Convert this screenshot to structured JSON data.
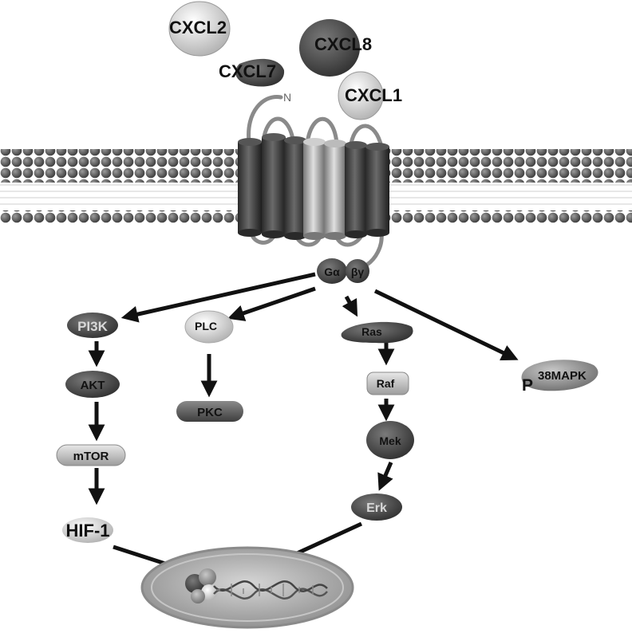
{
  "chemokines": [
    {
      "id": "cxcl2",
      "label": "CXCL2"
    },
    {
      "id": "cxcl8",
      "label": "CXCL8"
    },
    {
      "id": "cxcl7",
      "label": "CXCL7"
    },
    {
      "id": "cxcl1",
      "label": "CXCL1"
    }
  ],
  "receptor": {
    "n_terminus": "N"
  },
  "g_protein": {
    "alpha": "Gα",
    "betagamma": "βγ"
  },
  "pathways": {
    "pi3k": [
      "PI3K",
      "AKT",
      "mTOR",
      "HIF-1"
    ],
    "plc": [
      "PLC",
      "PKC"
    ],
    "ras": [
      "Ras",
      "Raf",
      "Mek",
      "Erk"
    ],
    "p38": {
      "prefix": "P",
      "superscript": "38MAPK"
    }
  },
  "colors": {
    "dark_node": "#4d4d4d",
    "mid_node": "#8c8c8c",
    "light_node": "#d4d4d4",
    "arrow": "#111111",
    "membrane": "#5a5a5a",
    "nucleus": "#b5b5b5"
  }
}
